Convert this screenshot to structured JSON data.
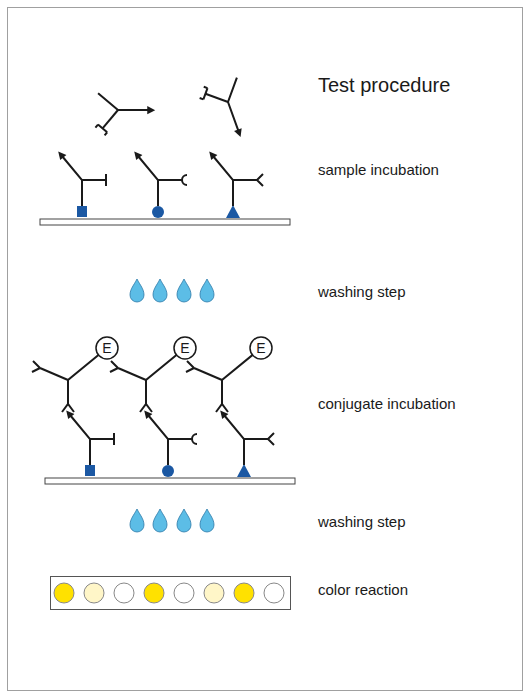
{
  "diagram": {
    "title": "Test procedure",
    "nodes": [
      {
        "text": [
          "E"
        ]
      },
      {
        "text": [
          "E"
        ]
      },
      {
        "text": [
          "E"
        ]
      }
    ],
    "labels": [
      "sample incubation",
      "washing step",
      "conjugate incubation",
      "washing step",
      "color reaction"
    ]
  }
}
